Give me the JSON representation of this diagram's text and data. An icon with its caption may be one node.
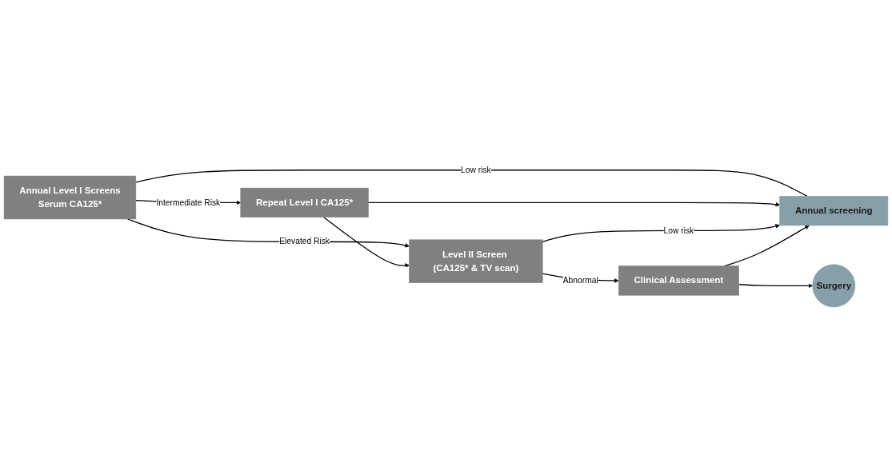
{
  "diagram": {
    "nodes": [
      {
        "text": [
          "Level II Screen (CA125* & TV scan)"
        ]
      },
      {
        "text": [
          "Annual Level I Screens",
          "Serum CA125*"
        ]
      },
      {
        "text": [
          "Repeat Level I CA125*"
        ]
      },
      {
        "text": [
          "Clinical Assessment"
        ]
      },
      {
        "text": [
          "Annual screening"
        ]
      },
      {
        "text": [
          "Surgery"
        ]
      }
    ],
    "edges": [
      {
        "from": 1,
        "to": 0,
        "arrow": "to",
        "label": "Elevated Risk"
      },
      {
        "from": 1,
        "to": 2,
        "arrow": "to",
        "label": "Intermediate Risk"
      },
      {
        "from": 1,
        "to": 4,
        "arrow": "none",
        "label": "Low risk"
      },
      {
        "from": 2,
        "to": 0,
        "arrow": "to"
      },
      {
        "from": 2,
        "to": 4,
        "arrow": "to"
      },
      {
        "from": 0,
        "to": 4,
        "arrow": "to",
        "label": "Low risk"
      },
      {
        "from": 0,
        "to": 3,
        "arrow": "to",
        "label": "Abnormal"
      },
      {
        "from": 3,
        "to": 4,
        "arrow": "to"
      },
      {
        "from": 3,
        "to": 5,
        "arrow": "to"
      }
    ]
  }
}
